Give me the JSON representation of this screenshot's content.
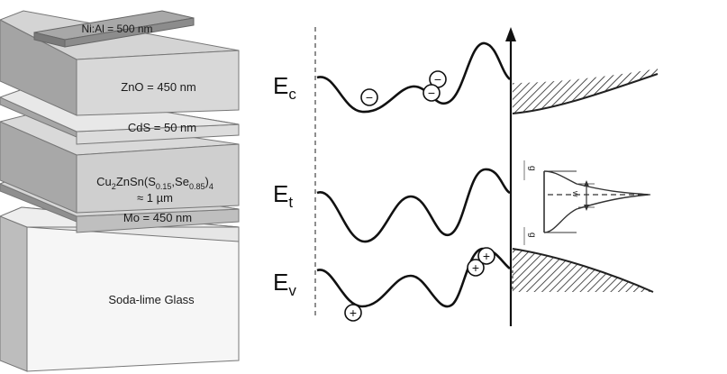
{
  "layers": [
    {
      "id": "niai",
      "label": "Ni:Al = 500 nm",
      "fill": "#9a9a9a"
    },
    {
      "id": "zno",
      "label": "ZnO = 450 nm",
      "fill": "#d6d6d6"
    },
    {
      "id": "cds",
      "label": "CdS = 50 nm",
      "fill": "#e4e4e4"
    },
    {
      "id": "czts",
      "label_parts": [
        "Cu",
        "2",
        "ZnSn(S",
        "0.15",
        ",Se",
        "0.85",
        ")",
        "4"
      ],
      "label_line2": "≈ 1 µm",
      "fill": "#d2d2d2"
    },
    {
      "id": "mo",
      "label": "Mo = 450 nm",
      "fill": "#c8c8c8"
    },
    {
      "id": "glass",
      "label": "Soda-lime Glass",
      "fill": "#f2f2f2"
    }
  ],
  "bands": {
    "ec": {
      "main": "E",
      "sub": "c"
    },
    "et": {
      "main": "E",
      "sub": "t"
    },
    "ev": {
      "main": "E",
      "sub": "v"
    }
  },
  "carriers": {
    "electron": "−",
    "hole": "+"
  },
  "dos": {
    "tail_upper_label": "g",
    "tail_lower_label": "g",
    "width_label": "w"
  },
  "colors": {
    "line": "#111111",
    "edge": "#777777"
  }
}
